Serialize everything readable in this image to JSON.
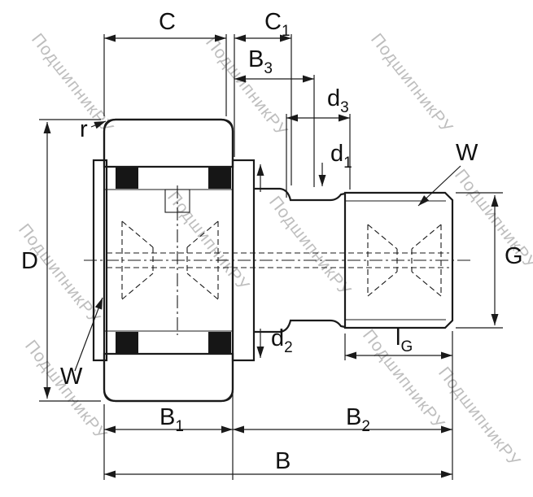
{
  "title": "Stud type track roller (cam follower) dimensional drawing",
  "watermark": {
    "text": "ПодшипникРУ"
  },
  "colors": {
    "line": "#1a1a1a",
    "watermark": "#6e6e6e",
    "hatch": "#333333",
    "background": "#ffffff"
  },
  "labels": {
    "c": {
      "base": "C",
      "sub": ""
    },
    "c1": {
      "base": "C",
      "sub": "1"
    },
    "b3": {
      "base": "B",
      "sub": "3"
    },
    "d3": {
      "base": "d",
      "sub": "3"
    },
    "d1": {
      "base": "d",
      "sub": "1"
    },
    "r": {
      "base": "r",
      "sub": ""
    },
    "dia": {
      "base": "D",
      "sub": ""
    },
    "w_left": {
      "base": "W",
      "sub": ""
    },
    "w_right": {
      "base": "W",
      "sub": ""
    },
    "g": {
      "base": "G",
      "sub": ""
    },
    "d2": {
      "base": "d",
      "sub": "2"
    },
    "lg": {
      "base": "l",
      "sub": "G"
    },
    "b1": {
      "base": "B",
      "sub": "1"
    },
    "b2": {
      "base": "B",
      "sub": "2"
    },
    "b": {
      "base": "B",
      "sub": ""
    }
  }
}
